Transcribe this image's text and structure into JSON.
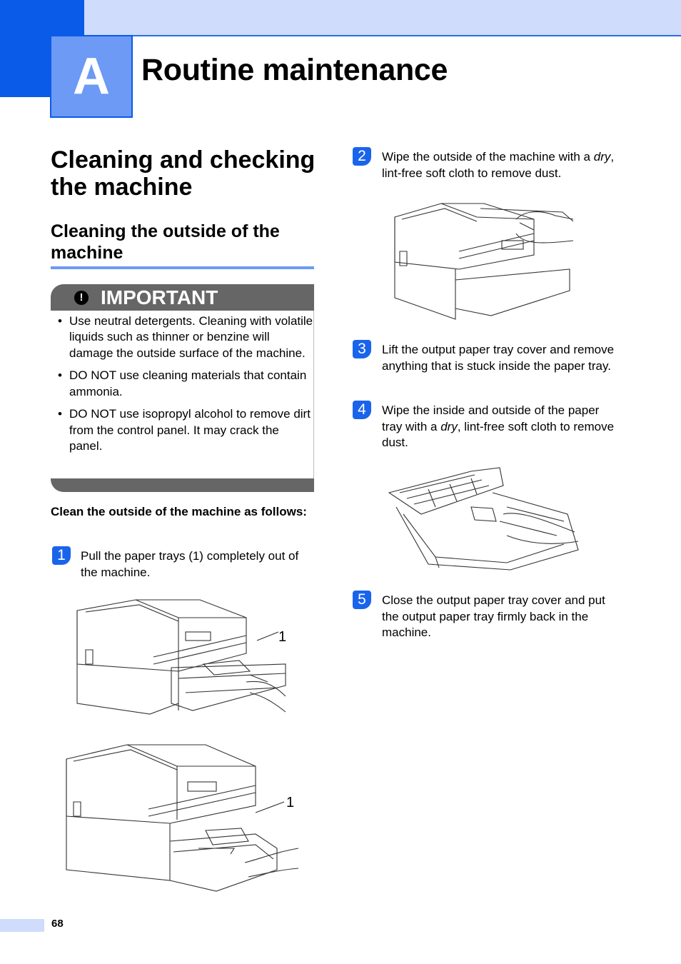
{
  "header": {
    "appendix_letter": "A",
    "chapter_title": "Routine maintenance"
  },
  "section_title": "Cleaning and checking the machine",
  "subsection_title": "Cleaning the outside of the machine",
  "important": {
    "label": "IMPORTANT",
    "icon": "exclamation-icon",
    "items": [
      "Use neutral detergents. Cleaning with volatile liquids such as thinner or benzine will damage the outside surface of the machine.",
      "DO NOT use cleaning materials that contain ammonia.",
      "DO NOT use isopropyl alcohol to remove dirt from the control panel. It may crack the panel."
    ]
  },
  "procedure_heading": "Clean the outside of the machine as follows:",
  "steps": [
    {
      "num": "1",
      "text": "Pull the paper trays (1) completely out of the machine."
    },
    {
      "num": "2",
      "text_pre": "Wipe the outside of the machine with a ",
      "text_em": "dry",
      "text_post": ", lint-free soft cloth to remove dust."
    },
    {
      "num": "3",
      "text": "Lift the output paper tray cover and remove anything that is stuck inside the paper tray."
    },
    {
      "num": "4",
      "text_pre": "Wipe the inside and outside of the paper tray with a ",
      "text_em": "dry",
      "text_post": ", lint-free soft cloth to remove dust."
    },
    {
      "num": "5",
      "text": "Close the output paper tray cover and put the output paper tray firmly back in the machine."
    }
  ],
  "figures": {
    "callout_1": "1",
    "callout_2": "1"
  },
  "colors": {
    "accent_blue": "#0a5be8",
    "light_blue": "#cfdcfb",
    "box_blue": "#6c9af4",
    "important_gray": "#666666"
  },
  "footer": {
    "page_number": "68"
  }
}
